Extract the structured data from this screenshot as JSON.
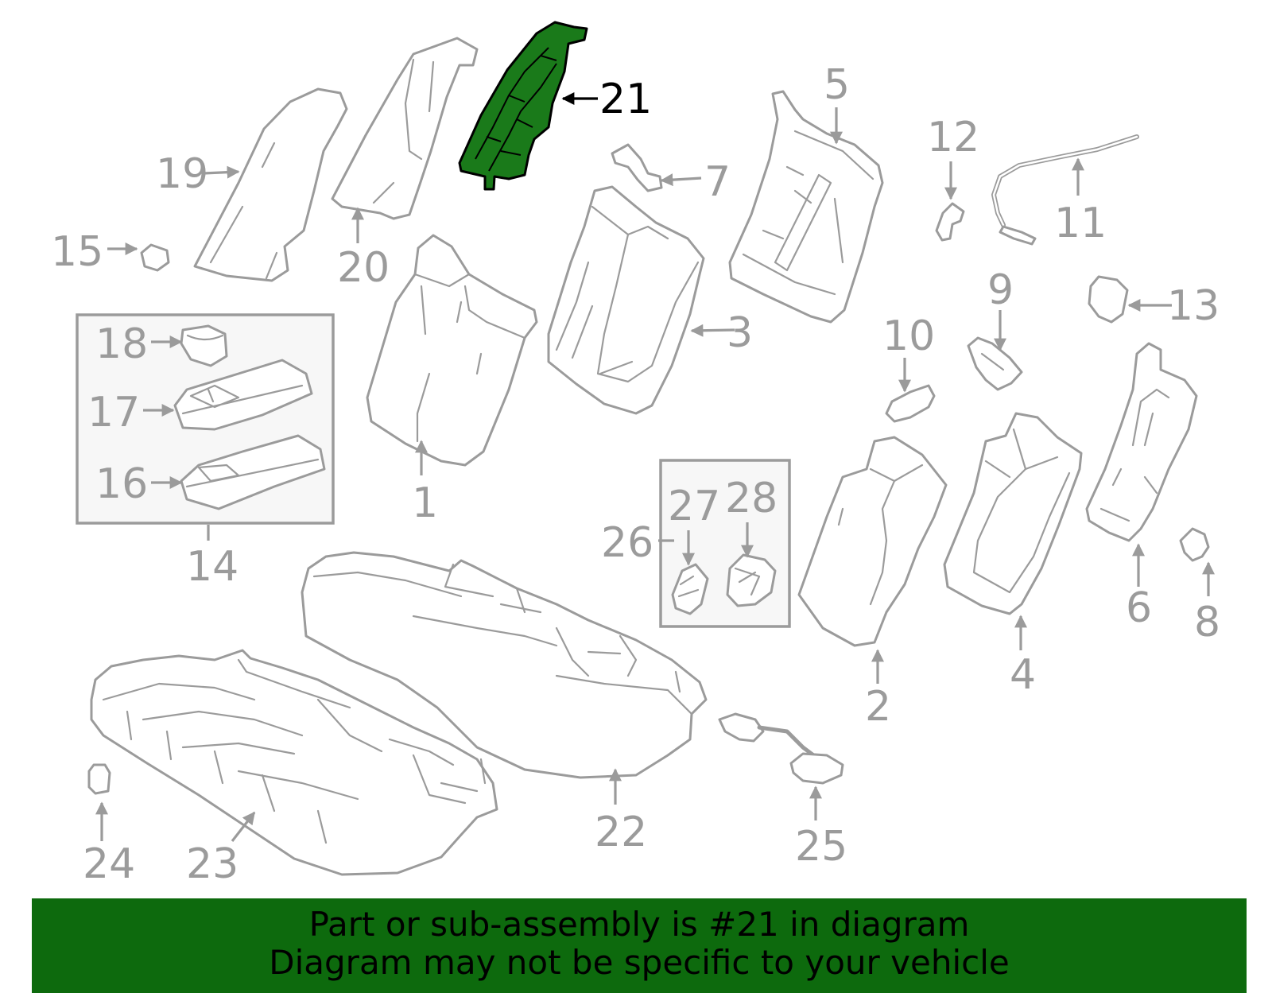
{
  "diagram": {
    "highlighted_part": "21",
    "colors": {
      "highlight_fill": "#1a7a1a",
      "line": "#9b9b9b",
      "banner": "#0d6a0d"
    },
    "callouts": [
      "1",
      "2",
      "3",
      "4",
      "5",
      "6",
      "7",
      "8",
      "9",
      "10",
      "11",
      "12",
      "13",
      "14",
      "15",
      "16",
      "17",
      "18",
      "19",
      "20",
      "21",
      "22",
      "23",
      "24",
      "25",
      "26",
      "27",
      "28"
    ]
  },
  "banner": {
    "line1": "Part or sub-assembly is #21 in diagram",
    "line2": "Diagram may not be specific to your vehicle"
  }
}
